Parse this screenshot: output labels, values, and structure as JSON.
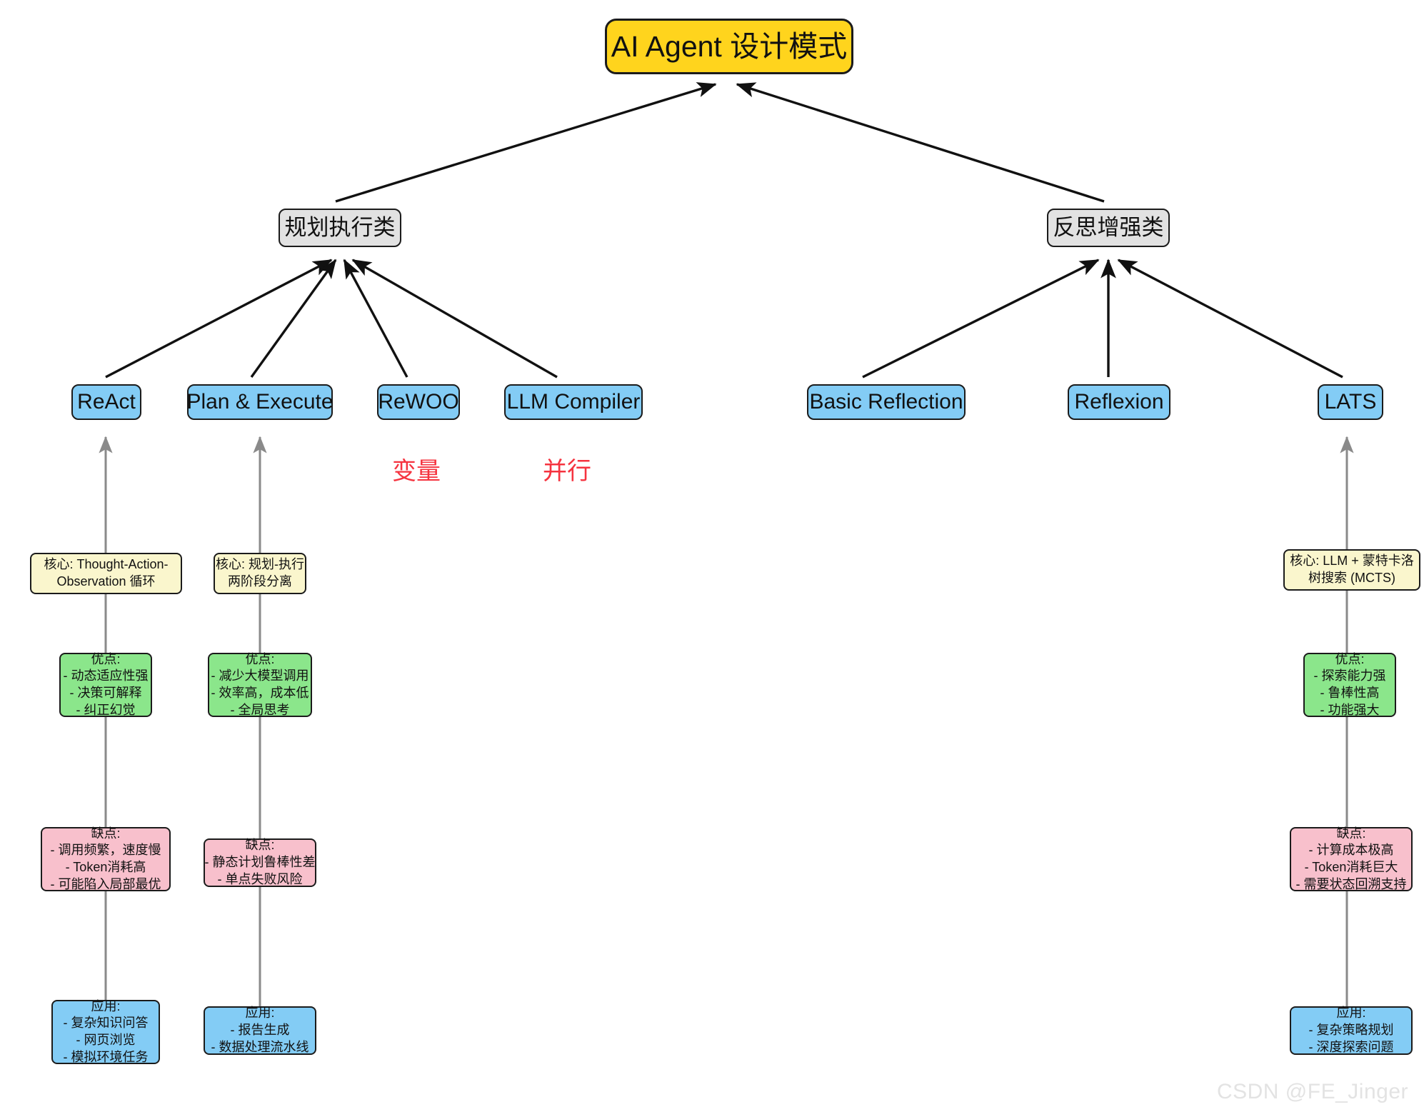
{
  "diagram": {
    "title": "AI Agent 设计模式",
    "type": "tree",
    "watermark": "CSDN @FE_Jinger",
    "root": {
      "label": "AI Agent 设计模式",
      "color": "#FFD41D"
    },
    "categories": [
      {
        "id": "planning",
        "label": "规划执行类",
        "color": "#E2E2E2"
      },
      {
        "id": "reflection",
        "label": "反思增强类",
        "color": "#E2E2E2"
      }
    ],
    "patterns": [
      {
        "id": "react",
        "label": "ReAct",
        "category": "planning",
        "color": "#83CCF5"
      },
      {
        "id": "plan",
        "label": "Plan & Execute",
        "category": "planning",
        "color": "#83CCF5"
      },
      {
        "id": "rewoo",
        "label": "ReWOO",
        "category": "planning",
        "color": "#83CCF5"
      },
      {
        "id": "compiler",
        "label": "LLM Compiler",
        "category": "planning",
        "color": "#83CCF5"
      },
      {
        "id": "basic",
        "label": "Basic Reflection",
        "category": "reflection",
        "color": "#83CCF5"
      },
      {
        "id": "reflexion",
        "label": "Reflexion",
        "category": "reflection",
        "color": "#83CCF5"
      },
      {
        "id": "lats",
        "label": "LATS",
        "category": "reflection",
        "color": "#83CCF5"
      }
    ],
    "annotations": [
      {
        "id": "annot-rewoo",
        "text": "变量",
        "color": "#F5333F",
        "for": "rewoo"
      },
      {
        "id": "annot-compiler",
        "text": "并行",
        "color": "#F5333F",
        "for": "compiler"
      }
    ],
    "details": {
      "react": {
        "core": {
          "label": "核心:",
          "lines": [
            "核心: Thought-Action-",
            "Observation 循环"
          ],
          "color": "#FAF6CD"
        },
        "pros": {
          "label": "优点:",
          "lines": [
            "优点:",
            "- 动态适应性强",
            "- 决策可解释",
            "- 纠正幻觉"
          ],
          "color": "#8BE68B"
        },
        "cons": {
          "label": "缺点:",
          "lines": [
            "缺点:",
            "- 调用频繁，速度慢",
            "- Token消耗高",
            "- 可能陷入局部最优"
          ],
          "color": "#F8C0CC"
        },
        "apps": {
          "label": "应用:",
          "lines": [
            "应用:",
            "- 复杂知识问答",
            "- 网页浏览",
            "- 模拟环境任务"
          ],
          "color": "#83CCF5"
        }
      },
      "plan": {
        "core": {
          "label": "核心:",
          "lines": [
            "核心: 规划-执行",
            "两阶段分离"
          ],
          "color": "#FAF6CD"
        },
        "pros": {
          "label": "优点:",
          "lines": [
            "优点:",
            "- 减少大模型调用",
            "- 效率高，成本低",
            "- 全局思考"
          ],
          "color": "#8BE68B"
        },
        "cons": {
          "label": "缺点:",
          "lines": [
            "缺点:",
            "- 静态计划鲁棒性差",
            "- 单点失败风险"
          ],
          "color": "#F8C0CC"
        },
        "apps": {
          "label": "应用:",
          "lines": [
            "应用:",
            "- 报告生成",
            "- 数据处理流水线"
          ],
          "color": "#83CCF5"
        }
      },
      "lats": {
        "core": {
          "label": "核心:",
          "lines": [
            "核心: LLM + 蒙特卡洛",
            "树搜索 (MCTS)"
          ],
          "color": "#FAF6CD"
        },
        "pros": {
          "label": "优点:",
          "lines": [
            "优点:",
            "- 探索能力强",
            "- 鲁棒性高",
            "- 功能强大"
          ],
          "color": "#8BE68B"
        },
        "cons": {
          "label": "缺点:",
          "lines": [
            "缺点:",
            "- 计算成本极高",
            "- Token消耗巨大",
            "- 需要状态回溯支持"
          ],
          "color": "#F8C0CC"
        },
        "apps": {
          "label": "应用:",
          "lines": [
            "应用:",
            "- 复杂策略规划",
            "- 深度探索问题"
          ],
          "color": "#83CCF5"
        }
      }
    }
  }
}
